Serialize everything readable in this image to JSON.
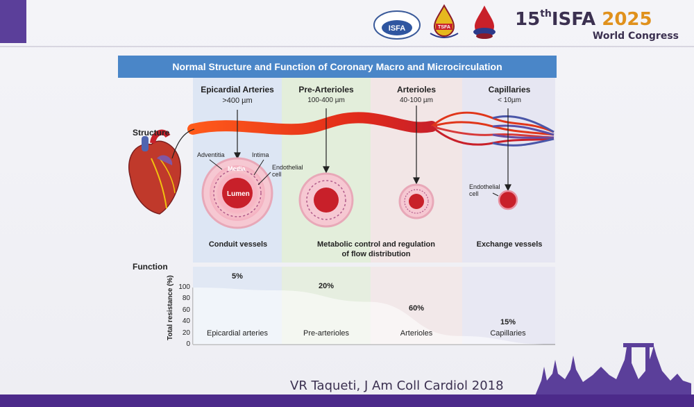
{
  "header": {
    "congress_number": "15",
    "congress_sup": "th",
    "congress_name": "ISFA",
    "congress_year": "2025",
    "congress_sub": "World Congress",
    "logos": [
      {
        "icon": "international-society-isfa-logo",
        "text": "ISFA"
      },
      {
        "icon": "tsfa-logo",
        "text": "TSFA"
      },
      {
        "icon": "blood-drop-logo"
      }
    ]
  },
  "figure": {
    "title": "Normal Structure and Function of Coronary Macro and Microcirculation",
    "structure_label": "Structure",
    "function_label": "Function",
    "columns": [
      {
        "name": "Epicardial Arteries",
        "size": ">400 µm"
      },
      {
        "name": "Pre-Arterioles",
        "size": "100-400 µm"
      },
      {
        "name": "Arterioles",
        "size": "40-100 µm"
      },
      {
        "name": "Capillaries",
        "size": "< 10µm"
      }
    ],
    "anatomy_labels": {
      "adventitia": "Adventitia",
      "media": "Media",
      "intima": "Intima",
      "endothelial_cell": "Endothelial cell",
      "lumen": "Lumen",
      "capillary_endothelial": "Endothelial cell"
    },
    "roles": {
      "conduit": "Conduit vessels",
      "metabolic_line1": "Metabolic control and regulation",
      "metabolic_line2": "of flow distribution",
      "exchange": "Exchange vessels"
    },
    "colors": {
      "title_bar": "#4a86c8",
      "vessel": "#e0361a",
      "vein": "#4a56a8",
      "col1_bg": "#dde6f4",
      "col2_bg": "#e3eedb",
      "col3_bg": "#f2e6e6",
      "col4_bg": "#e6e6f2"
    }
  },
  "chart_data": {
    "type": "area",
    "ylabel": "Total resistance (%)",
    "yticks": [
      "100",
      "80",
      "60",
      "40",
      "20",
      "0"
    ],
    "ylim": [
      0,
      100
    ],
    "categories": [
      "Epicardial arteries",
      "Pre-arterioles",
      "Arterioles",
      "Capillaries"
    ],
    "values": [
      5,
      20,
      60,
      15
    ],
    "value_labels": [
      "5%",
      "20%",
      "60%",
      "15%"
    ]
  },
  "citation": "VR Taqueti, J Am Coll Cardiol 2018"
}
